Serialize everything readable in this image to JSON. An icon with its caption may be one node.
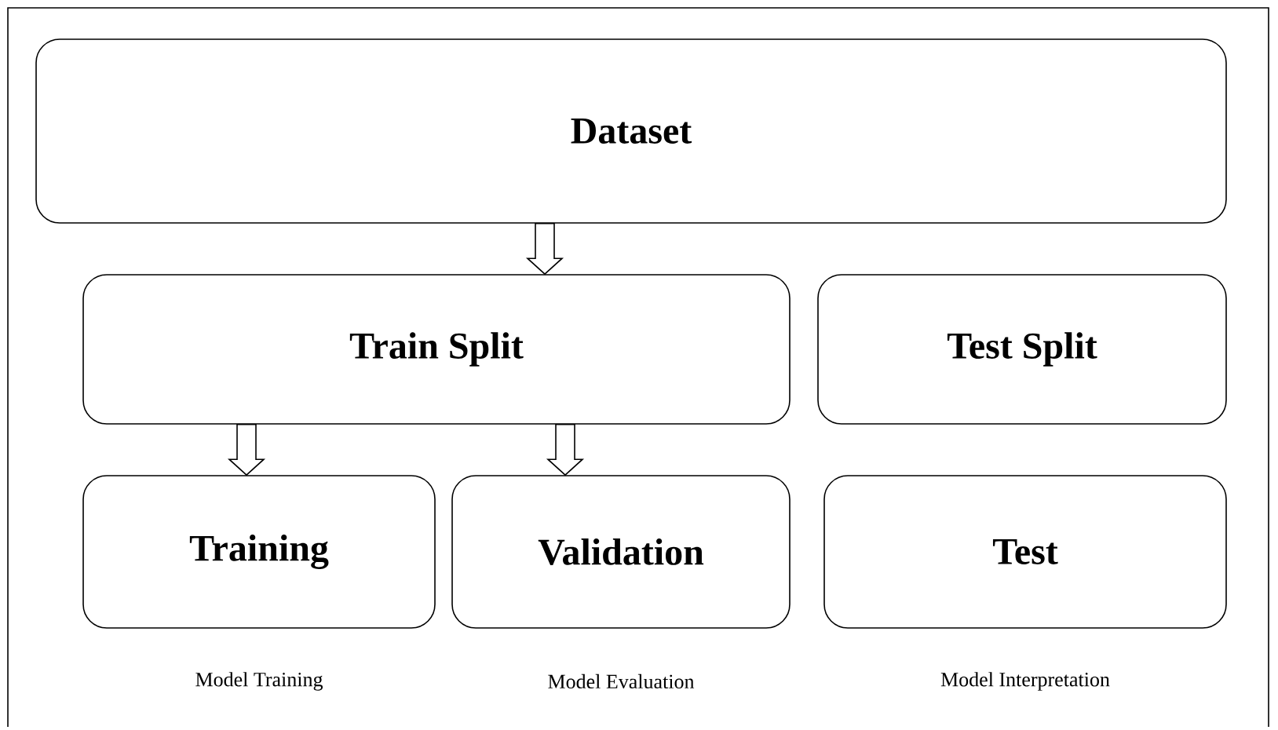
{
  "diagram": {
    "nodes": [
      {
        "text": [
          "Dataset"
        ]
      },
      {
        "text": [
          "Train Split"
        ]
      },
      {
        "text": [
          "Test Split"
        ]
      },
      {
        "text": [
          "Training"
        ],
        "beside": [
          "Model Training"
        ]
      },
      {
        "text": [
          "Validation"
        ],
        "beside": [
          "Model Evaluation"
        ]
      },
      {
        "text": [
          "Test"
        ],
        "beside": [
          "Model Interpretation"
        ]
      }
    ],
    "edges": [
      {
        "from": 0,
        "to": 1,
        "arrow": "to"
      },
      {
        "from": 1,
        "to": 3,
        "arrow": "to"
      },
      {
        "from": 1,
        "to": 4,
        "arrow": "to"
      }
    ]
  }
}
